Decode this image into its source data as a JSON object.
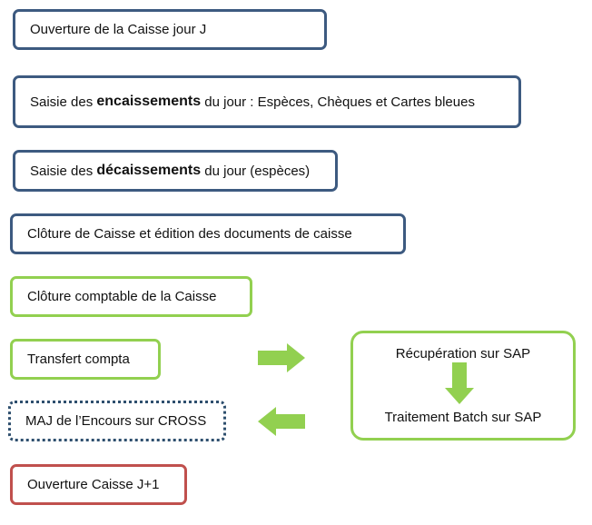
{
  "steps": {
    "ouverture_j": "Ouverture de la Caisse jour J",
    "encaissements": {
      "prefix": "Saisie des ",
      "bold": "encaissements",
      "suffix": " du jour : Espèces, Chèques et Cartes bleues"
    },
    "decaissements": {
      "prefix": "Saisie des ",
      "bold": "décaissements",
      "suffix": " du jour (espèces)"
    },
    "cloture_caisse": "Clôture de Caisse et édition des documents de caisse",
    "cloture_comptable": "Clôture comptable de la Caisse",
    "transfert_compta": "Transfert compta",
    "maj_encours": "MAJ de l’Encours sur CROSS",
    "ouverture_j1": "Ouverture Caisse J+1"
  },
  "sap": {
    "recuperation": "Récupération sur SAP",
    "traitement": "Traitement Batch sur SAP"
  },
  "colors": {
    "blue_border": "#3d5a80",
    "green_border": "#92d050",
    "red_border": "#c0504d",
    "dotted_border": "#2e4f6e",
    "arrow_green": "#92d050"
  },
  "icons": {
    "arrow_to_sap": "right-arrow-icon",
    "arrow_from_sap": "left-arrow-icon",
    "arrow_sap_internal": "down-arrow-icon"
  }
}
